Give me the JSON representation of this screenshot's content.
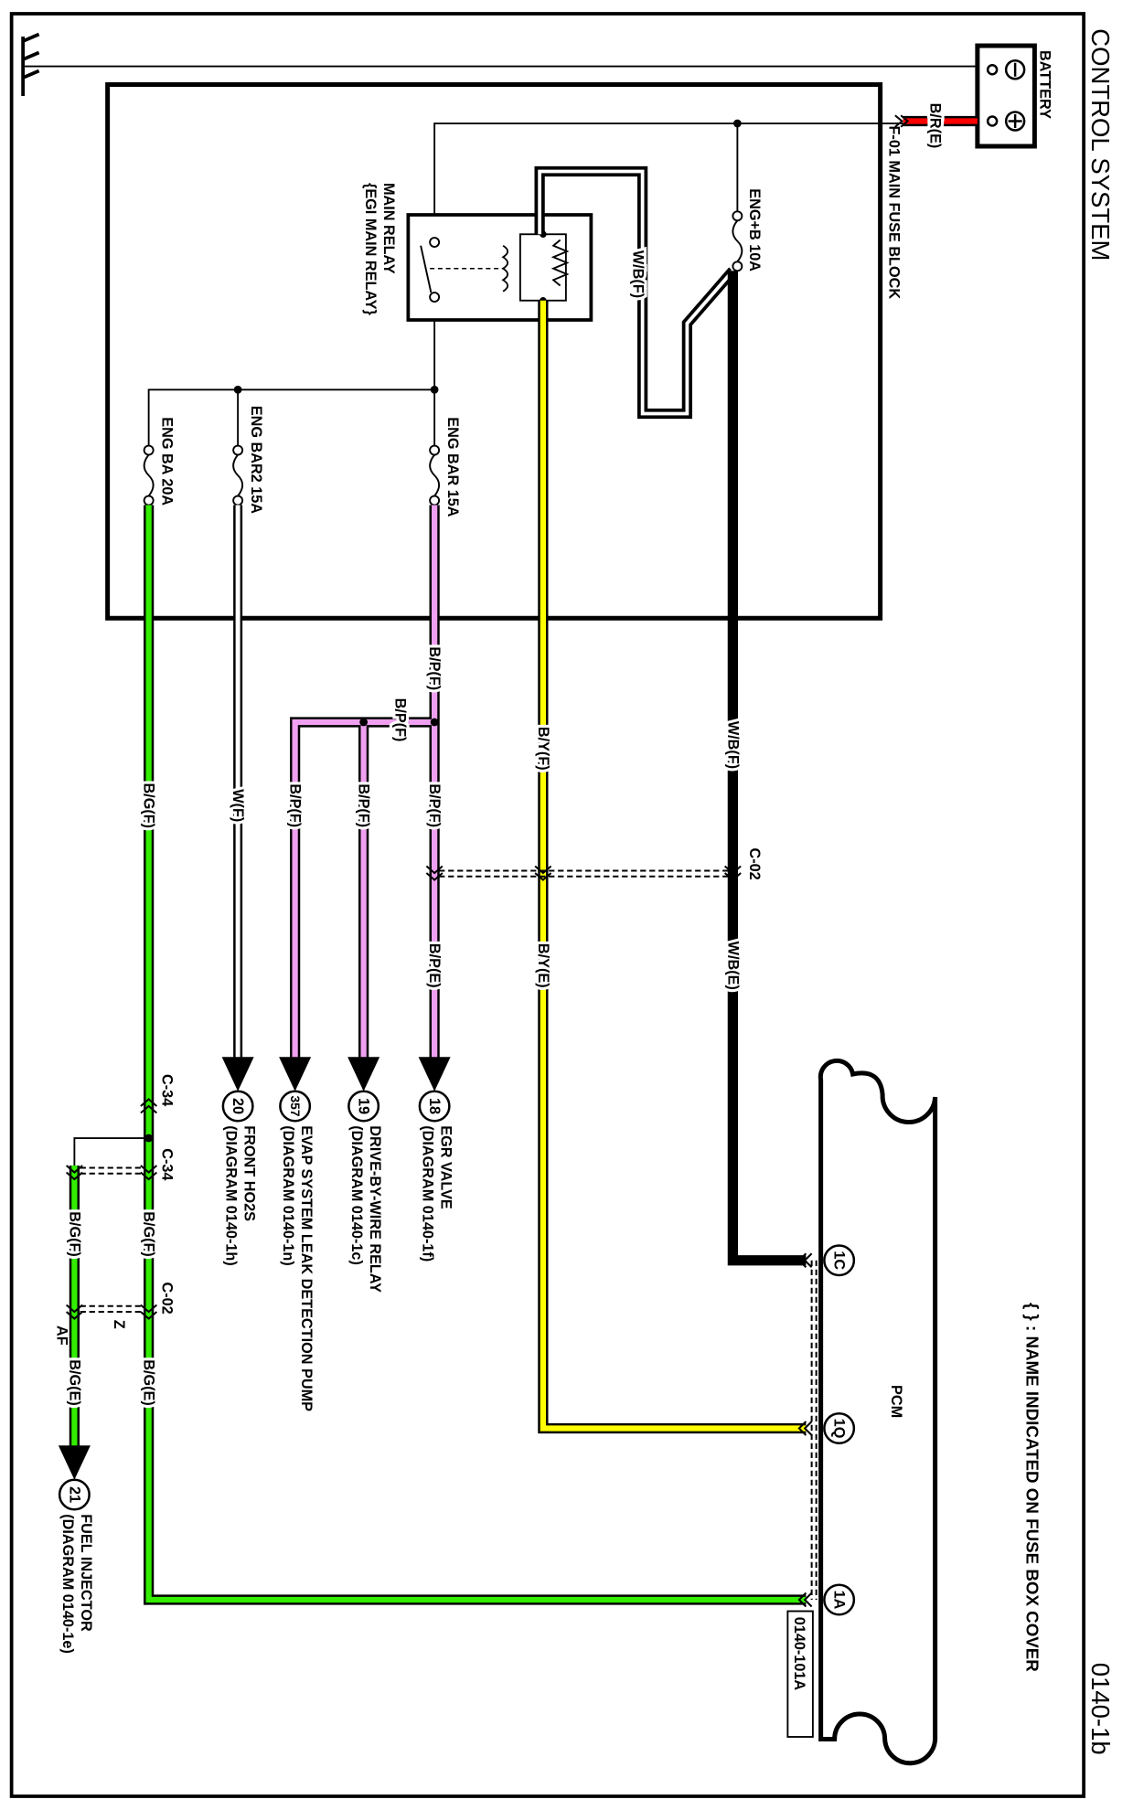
{
  "header": {
    "title": "CONTROL SYSTEM",
    "diagram_id": "0140-1b"
  },
  "note": "{ } : NAME INDICATED ON FUSE BOX COVER",
  "battery": {
    "label": "BATTERY",
    "neg": "⊖",
    "pos": "⊕"
  },
  "fuse_block": {
    "label": "F-01  MAIN FUSE BLOCK"
  },
  "relay": {
    "label": "MAIN RELAY",
    "alt_name": "{EGI MAIN RELAY}"
  },
  "fuses": [
    {
      "label": "ENG+B 10A"
    },
    {
      "label": "ENG BAR 15A"
    },
    {
      "label": "ENG BAR2 15A"
    },
    {
      "label": "ENG BA 20A"
    }
  ],
  "wire_labels": {
    "br_e": "B/R(E)",
    "wb_f_loop": "W/B(F)",
    "wb_f": "W/B(F)",
    "wb_e": "W/B(E)",
    "by_f": "B/Y(F)",
    "by_e": "B/Y(E)",
    "bp_f1": "B/P(F)",
    "bp_f_branch": "B/P(F)",
    "bp_f2": "B/P(F)",
    "bp_f3": "B/P(F)",
    "bp_f4": "B/P(F)",
    "bp_e": "B/P(E)",
    "w_f": "W(F)",
    "bg_f1": "B/G(F)",
    "bg_f2": "B/G(F)",
    "bg_f3": "B/G(F)",
    "bg_e1": "B/G(E)",
    "bg_e2": "B/G(E)"
  },
  "connectors": {
    "c02_top": "C-02",
    "c34_a": "C-34",
    "c34_b": "C-34",
    "c02_bottom": "C-02",
    "z": "Z",
    "af": "AF"
  },
  "destinations": [
    {
      "num": "18",
      "name": "EGR VALVE",
      "ref": "(DIAGRAM 0140-1f)"
    },
    {
      "num": "19",
      "name": "DRIVE-BY-WIRE RELAY",
      "ref": "(DIAGRAM 0140-1c)"
    },
    {
      "num": "357",
      "name": "EVAP SYSTEM LEAK DETECTION PUMP",
      "ref": "(DIAGRAM 0140-1n)"
    },
    {
      "num": "20",
      "name": "FRONT HO2S",
      "ref": "(DIAGRAM 0140-1h)"
    },
    {
      "num": "21",
      "name": "FUEL INJECTOR",
      "ref": "(DIAGRAM 0140-1e)"
    }
  ],
  "pcm": {
    "label": "PCM",
    "pins": [
      "1C",
      "1Q",
      "1A"
    ],
    "connector_id": "0140-101A"
  },
  "colors": {
    "red": "#ff0000",
    "yellow": "#ffff00",
    "pink": "#f0a0f0",
    "green": "#33ee00",
    "black": "#000000",
    "white": "#ffffff"
  }
}
